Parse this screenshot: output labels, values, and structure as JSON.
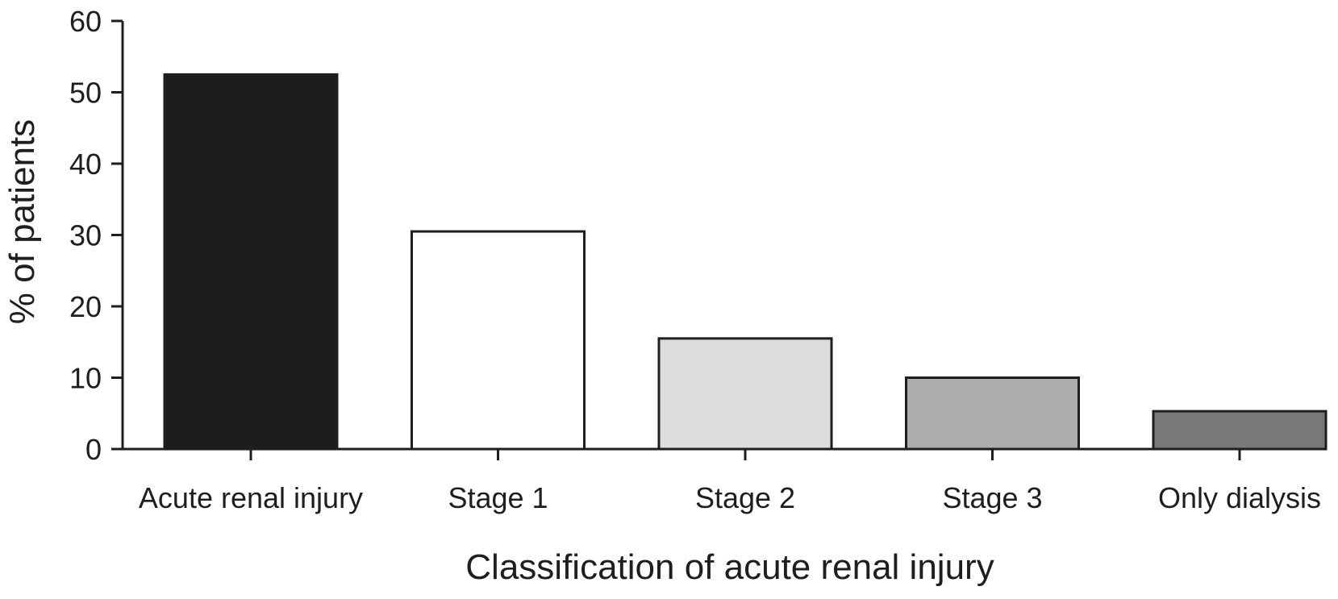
{
  "chart_data": {
    "type": "bar",
    "title": "",
    "xlabel": "Classification of acute renal injury",
    "ylabel": "% of patients",
    "categories": [
      "Acute renal injury",
      "Stage 1",
      "Stage 2",
      "Stage 3",
      "Only dialysis"
    ],
    "values": [
      52.5,
      30.5,
      15.5,
      10,
      5.3
    ],
    "bar_colors": [
      "#1e1c1c",
      "#ffffff",
      "#dcdcdc",
      "#acacac",
      "#78787a"
    ],
    "outline_color": "#1e1e1e",
    "ylim": [
      0,
      60
    ],
    "yticks": [
      0,
      10,
      20,
      30,
      40,
      50,
      60
    ],
    "grid": false,
    "legend": "none"
  }
}
